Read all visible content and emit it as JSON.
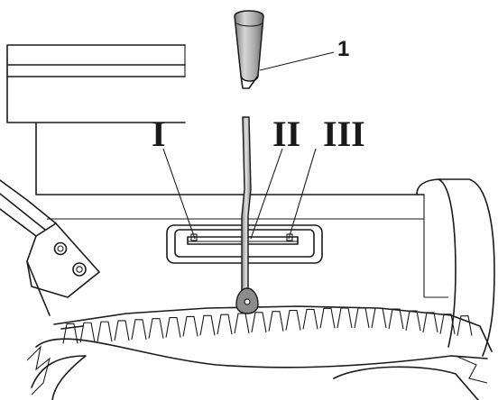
{
  "diagram": {
    "callout_label": "1",
    "positions": [
      "I",
      "II",
      "III"
    ]
  }
}
